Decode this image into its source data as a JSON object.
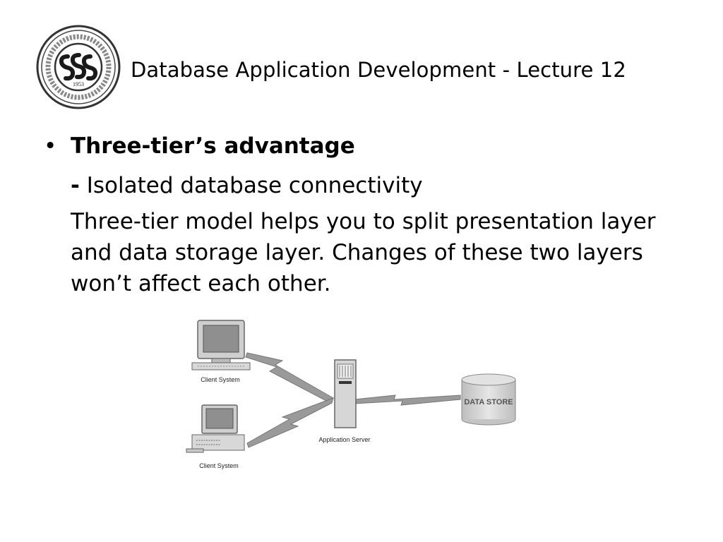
{
  "header": {
    "title": "Database Application Development - Lecture 12",
    "logo_year": "1953"
  },
  "body": {
    "bullet_heading": "Three-tier’s advantage",
    "sub_dash": "-",
    "sub_text": " Isolated database connectivity",
    "paragraph": "Three-tier model helps you to split presentation layer and data storage layer. Changes of these two layers won’t affect each other."
  },
  "diagram": {
    "client_label_1": "Client System",
    "client_label_2": "Client System",
    "server_label": "Application Server",
    "store_label": "DATA STORE"
  }
}
